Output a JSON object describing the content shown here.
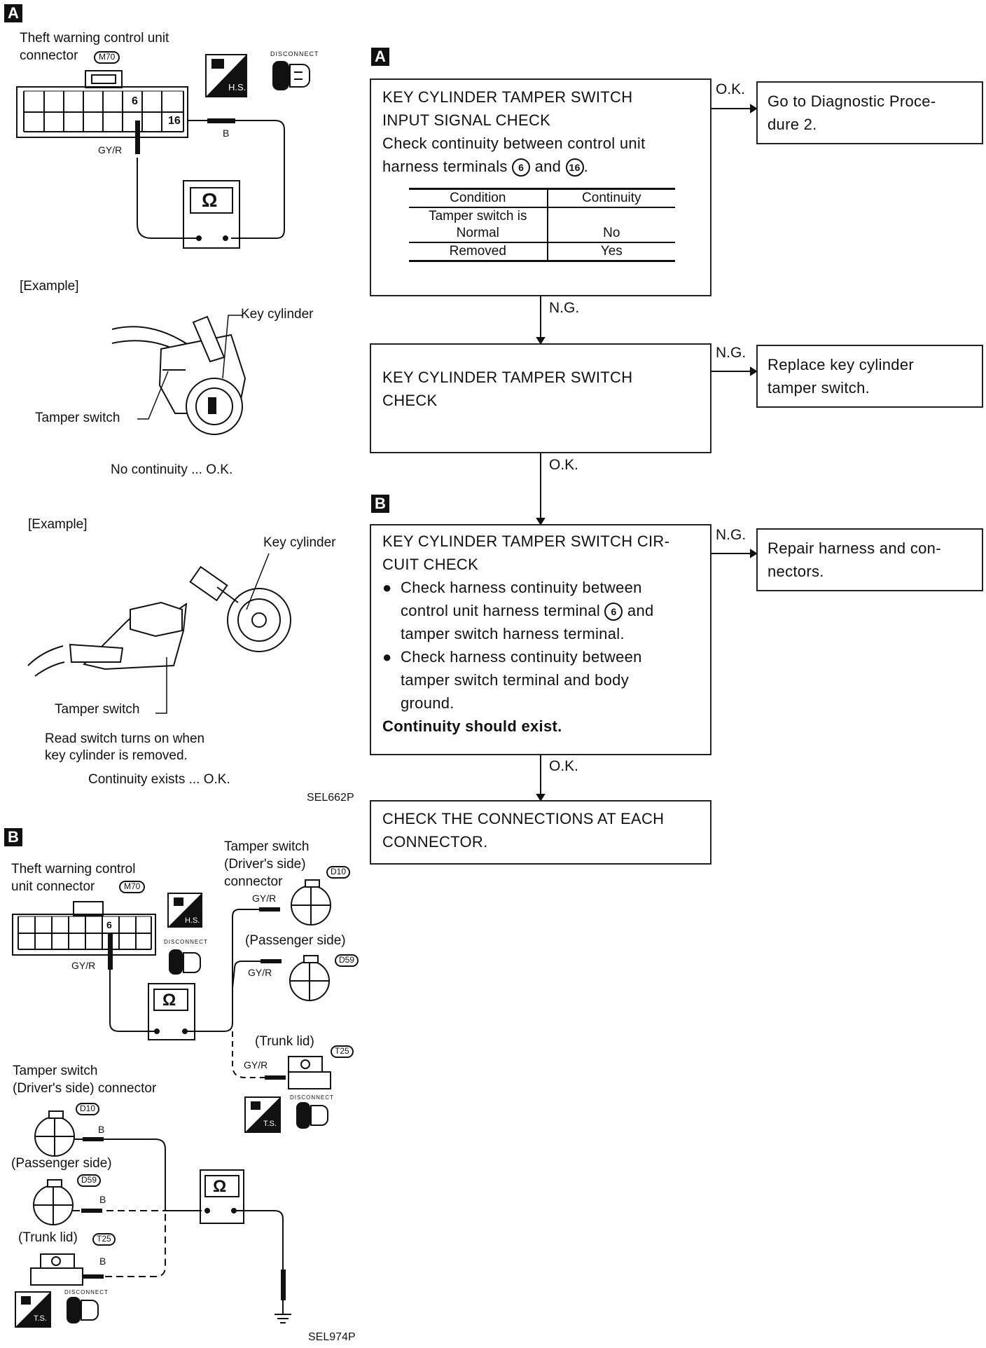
{
  "section_a": {
    "tag": "A",
    "connector_title_line1": "Theft warning control unit",
    "connector_title_line2": "connector",
    "connector_id": "M70",
    "pin_6": "6",
    "pin_16": "16",
    "wire_gy_r": "GY/R",
    "wire_b": "B",
    "ohm": "Ω",
    "hs_label": "H.S.",
    "disconnect": "DISCONNECT",
    "example1": "[Example]",
    "key_cylinder1": "Key cylinder",
    "tamper_switch1": "Tamper switch",
    "result1": "No continuity ... O.K.",
    "example2": "[Example]",
    "key_cylinder2": "Key cylinder",
    "tamper_switch2": "Tamper switch",
    "note_line1": "Read switch turns on when",
    "note_line2": "key cylinder is removed.",
    "result2": "Continuity exists ... O.K.",
    "ref_code": "SEL662P"
  },
  "section_b": {
    "tag": "B",
    "connector_title_line1": "Theft warning control",
    "connector_title_line2": "unit connector",
    "connector_id": "M70",
    "pin_6": "6",
    "wire_gy_r": "GY/R",
    "wire_b": "B",
    "ohm": "Ω",
    "hs_label": "H.S.",
    "ts_label": "T.S.",
    "disconnect": "DISCONNECT",
    "ts_conn_line1": "Tamper switch",
    "ts_conn_line2": "(Driver's side)",
    "ts_conn_line3": "connector",
    "d10": "D10",
    "passenger": "(Passenger side)",
    "d59": "D59",
    "trunk": "(Trunk lid)",
    "t25": "T25",
    "lower_title_line1": "Tamper switch",
    "lower_title_line2": "(Driver's side) connector",
    "ref_code": "SEL974P"
  },
  "flow": {
    "tag_a": "A",
    "tag_b": "B",
    "box1_lines": [
      "KEY CYLINDER TAMPER SWITCH",
      "INPUT SIGNAL CHECK",
      "Check continuity between control unit"
    ],
    "box1_line4_pre": "harness terminals",
    "box1_term1": "6",
    "box1_and": "and",
    "box1_term2": "16",
    "table": {
      "headers": [
        "Condition",
        "Continuity"
      ],
      "rows": [
        [
          "Tamper switch is",
          ""
        ],
        [
          "Normal",
          "No"
        ],
        [
          "Removed",
          "Yes"
        ]
      ]
    },
    "box2_lines": [
      "KEY CYLINDER TAMPER SWITCH",
      "CHECK"
    ],
    "box3_lines": [
      "KEY CYLINDER TAMPER SWITCH CIR-",
      "CUIT CHECK"
    ],
    "box3_bullet1_line1": "Check harness continuity between",
    "box3_bullet1_line2_pre": "control unit harness terminal",
    "box3_bullet1_term": "6",
    "box3_bullet1_line2_post": "and",
    "box3_bullet1_line3": "tamper switch harness terminal.",
    "box3_bullet2_lines": [
      "Check harness continuity between",
      "tamper switch terminal and body",
      "ground."
    ],
    "box3_bold": "Continuity should exist.",
    "box4_lines": [
      "CHECK THE CONNECTIONS AT EACH",
      "CONNECTOR."
    ],
    "res1_lines": [
      "Go to Diagnostic Proce-",
      "dure 2."
    ],
    "res2_lines": [
      "Replace key cylinder",
      "tamper switch."
    ],
    "res3_lines": [
      "Repair harness and con-",
      "nectors."
    ],
    "label_ok": "O.K.",
    "label_ng": "N.G."
  }
}
